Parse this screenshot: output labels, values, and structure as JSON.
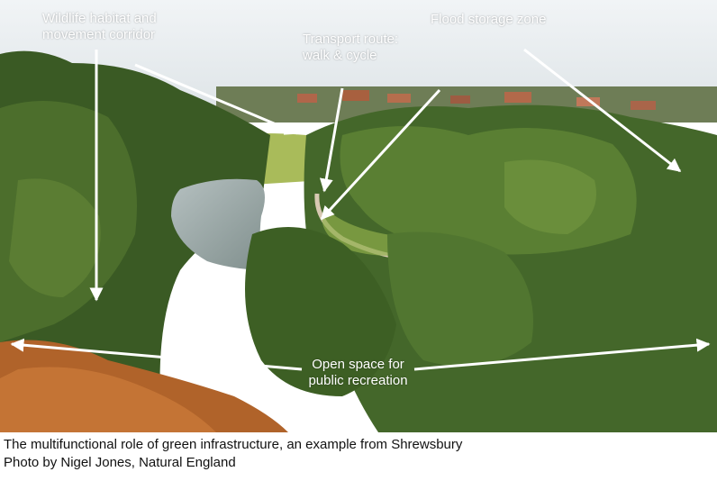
{
  "labels": {
    "wildlife": [
      "Wildlife habitat and",
      "movement corridor"
    ],
    "flood": "Flood storage zone",
    "transport": [
      "Transport route:",
      "walk & cycle"
    ],
    "open_space": [
      "Open space for",
      "public recreation"
    ]
  },
  "caption": {
    "line1": "The multifunctional role of green infrastructure, an example from Shrewsbury",
    "line2": "Photo by Nigel Jones, Natural England"
  },
  "colors": {
    "annotation": "#ffffff",
    "sky": "#e8edf0",
    "foliage_dark": "#2f4a1e",
    "foliage_light": "#6f8f3a",
    "river": "#9aa8a8",
    "bracken": "#c46a2a"
  }
}
